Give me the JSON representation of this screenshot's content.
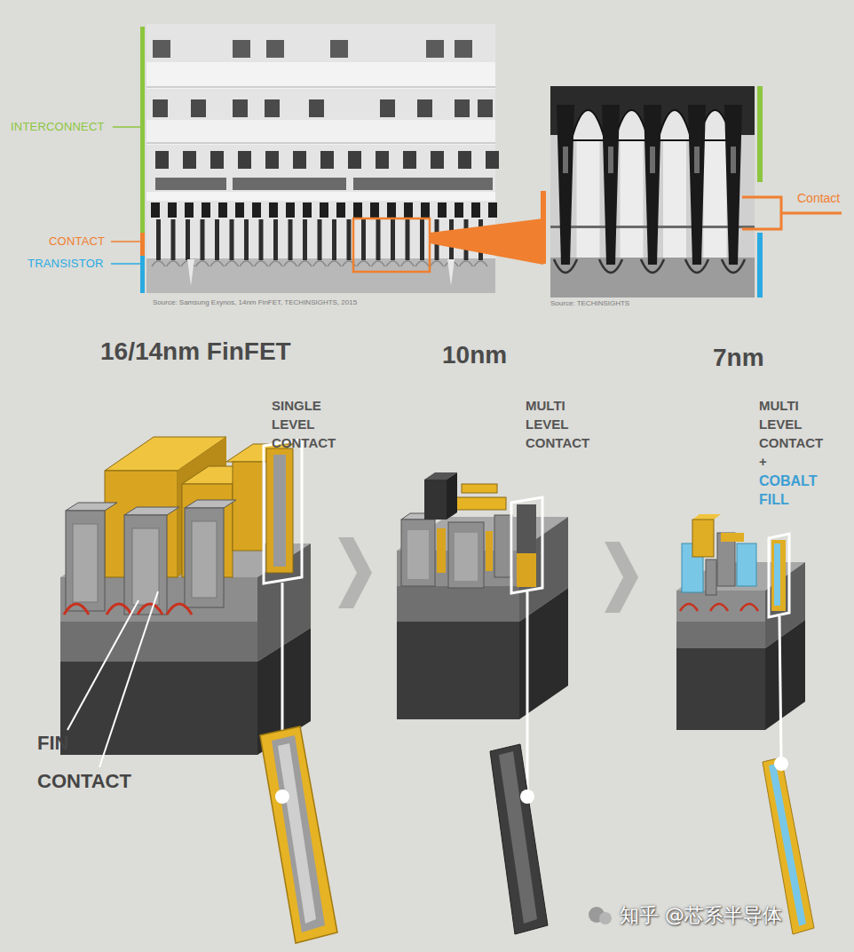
{
  "diagram": {
    "labels": [
      "INTERCONNECT",
      "CONTACT",
      "TRANSISTOR",
      "Source: Samsung Exynos, 14nm FinFET, TECHINSIGHTS, 2015",
      "Contact",
      "Source: TECHINSIGHTS",
      "16/14nm FinFET",
      "10nm",
      "7nm",
      "SINGLE LEVEL CONTACT",
      "MULTI LEVEL CONTACT",
      "MULTI LEVEL CONTACT +",
      "COBALT FILL",
      "FIN",
      "CONTACT",
      "知乎 @芯系半导体"
    ]
  }
}
